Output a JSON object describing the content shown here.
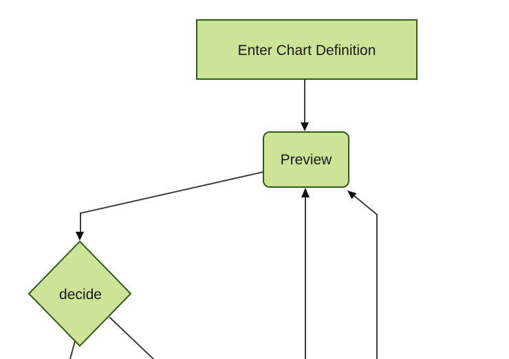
{
  "page": {
    "background": "#ffffff",
    "kind": "flowchart-diagram",
    "direction": "top-down"
  },
  "diagram": {
    "nodes": [
      {
        "id": "enter-chart-definition",
        "shape": "rectangle",
        "label": "Enter Chart Definition"
      },
      {
        "id": "preview",
        "shape": "rounded-rectangle",
        "label": "Preview"
      },
      {
        "id": "decide",
        "shape": "diamond",
        "label": "decide"
      }
    ],
    "edges": [
      {
        "from": "enter-chart-definition",
        "to": "preview",
        "arrowhead": true
      },
      {
        "from": "preview",
        "to": "decide",
        "arrowhead": true
      },
      {
        "from": "offscreen-bottom",
        "to": "preview",
        "arrowhead": true
      },
      {
        "from": "offscreen-bottom-right",
        "to": "preview",
        "arrowhead": true
      },
      {
        "from": "decide",
        "to": "offscreen-bottom-left",
        "arrowhead": false
      },
      {
        "from": "decide",
        "to": "offscreen-bottom-right",
        "arrowhead": false
      }
    ],
    "colors": {
      "node_fill": "#cde498",
      "node_stroke": "#2d5c14",
      "edge_stroke": "#3b3b3b",
      "arrowhead_fill": "#111111",
      "label_color": "#1a1a1a",
      "background": "#ffffff"
    }
  }
}
